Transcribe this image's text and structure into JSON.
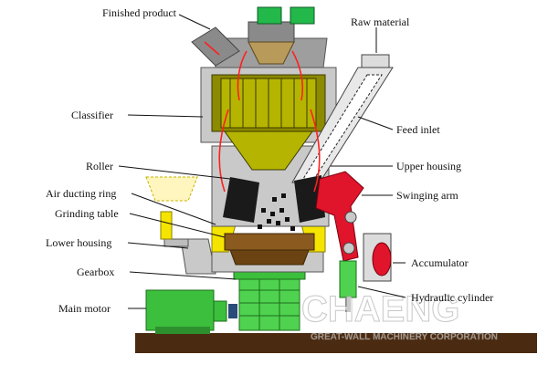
{
  "labels": {
    "finished_product": "Finished product",
    "raw_material": "Raw material",
    "classifier": "Classifier",
    "feed_inlet": "Feed inlet",
    "upper_housing": "Upper housing",
    "roller": "Roller",
    "air_ducting_ring": "Air ducting ring",
    "swinging_arm": "Swinging arm",
    "grinding_table": "Grinding table",
    "lower_housing": "Lower housing",
    "accumulator": "Accumulator",
    "gearbox": "Gearbox",
    "hydraulic_cylinder": "Hydraulic cylinder",
    "main_motor": "Main motor"
  },
  "watermark": {
    "logo": "CHAENG",
    "company": "GREAT-WALL MACHINERY CORPORATION"
  },
  "colors": {
    "housing_gray": "#c9c9c9",
    "classifier_olive": "#8c8a00",
    "cone_olive": "#b5b400",
    "motor_green": "#3cbf3c",
    "gearbox_green": "#4fd24f",
    "cap_green": "#22b84a",
    "swing_arm_red": "#e0142a",
    "roller_black": "#1a1a1a",
    "table_brown": "#8a5a1e",
    "air_ring_yellow": "#f5e400",
    "base_brown": "#4a2a10",
    "airflow_red": "#ff2020"
  }
}
